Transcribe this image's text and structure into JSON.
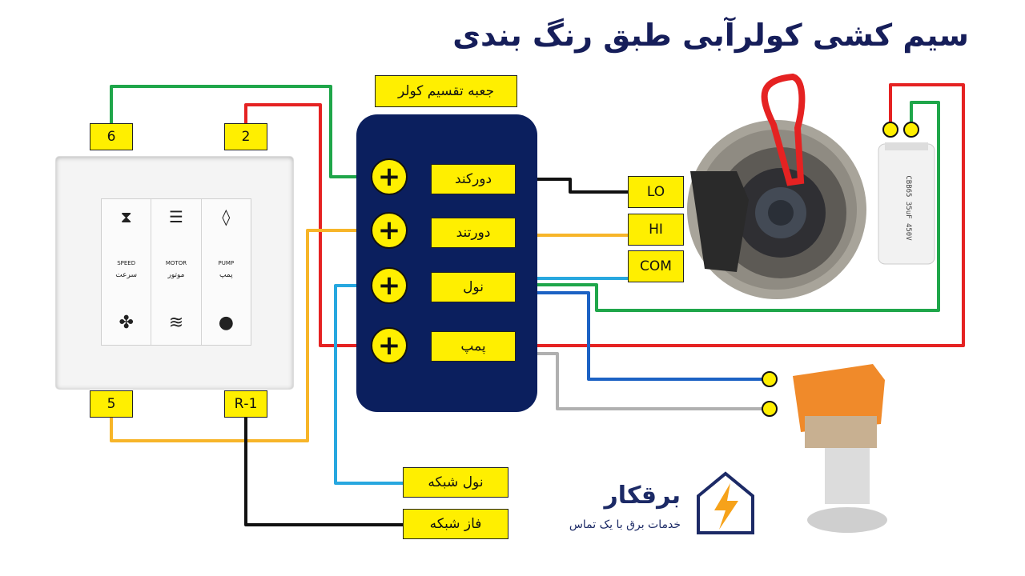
{
  "title": "سیم کشی کولرآبی طبق رنگ بندی",
  "junction_box": {
    "caption": "جعبه تقسیم کولر",
    "slow": "دورکند",
    "fast": "دورتند",
    "neutral": "نول",
    "pump": "پمپ"
  },
  "switch": {
    "terminals": {
      "t6": "6",
      "t2": "2",
      "t5": "5",
      "t1r": "1-R"
    },
    "keys": [
      {
        "en": "SPEED",
        "fa": "سرعت",
        "top_icon": "fan-speed-icon",
        "bottom_icon": "fan-icon"
      },
      {
        "en": "MOTOR",
        "fa": "موتور",
        "top_icon": "menu-lines-icon",
        "bottom_icon": "wave-icon"
      },
      {
        "en": "PUMP",
        "fa": "پمپ",
        "top_icon": "water-drop-outline-icon",
        "bottom_icon": "water-drop-icon"
      }
    ]
  },
  "motor_labels": {
    "lo": "LO",
    "hi": "HI",
    "com": "COM"
  },
  "mains": {
    "neutral": "نول شبکه",
    "phase": "فاز شبکه"
  },
  "brand": {
    "name": "برقکار",
    "tagline": "خدمات برق با یک تماس"
  },
  "colors": {
    "green": "#1fa64a",
    "red": "#e52222",
    "orange": "#f7b529",
    "blue": "#27a7df",
    "black": "#111111",
    "gray": "#b0b0b0",
    "navy": "#0b1f5e",
    "yellow": "#ffef00"
  }
}
